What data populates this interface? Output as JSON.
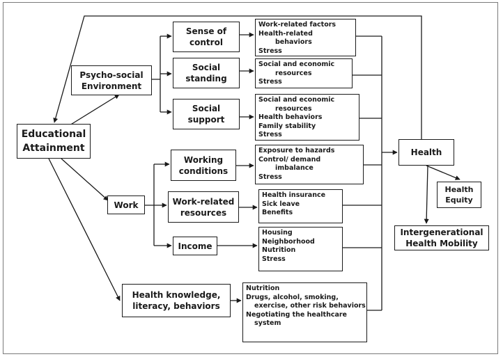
{
  "nodes": {
    "educational_attainment": [
      "Educational",
      "Attainment"
    ],
    "psycho_social": [
      "Psycho-social",
      "Environment"
    ],
    "work": [
      "Work"
    ],
    "health_knowledge": [
      "Health knowledge,",
      "literacy, behaviors"
    ],
    "sense_of_control": [
      "Sense of",
      "control"
    ],
    "social_standing": [
      "Social",
      "standing"
    ],
    "social_support": [
      "Social",
      "support"
    ],
    "working_conditions": [
      "Working",
      "conditions"
    ],
    "work_related_resources": [
      "Work-related",
      "resources"
    ],
    "income": [
      "Income"
    ],
    "health": [
      "Health"
    ],
    "health_equity": [
      "Health",
      "Equity"
    ],
    "intergenerational": [
      "Intergenerational",
      "Health Mobility"
    ]
  },
  "detail_boxes": {
    "control_factors": [
      "Work-related factors",
      "Health-related",
      "behaviors",
      "Stress"
    ],
    "standing_factors": [
      "Social and economic",
      "resources",
      "Stress"
    ],
    "support_factors": [
      "Social and economic",
      "resources",
      "Health behaviors",
      "Family stability",
      "Stress"
    ],
    "conditions_factors": [
      "Exposure to hazards",
      "Control/ demand",
      "imbalance",
      "Stress"
    ],
    "resources_factors": [
      "Health insurance",
      "Sick leave",
      "Benefits"
    ],
    "income_factors": [
      "Housing",
      "Neighborhood",
      "Nutrition",
      "Stress"
    ],
    "knowledge_factors": [
      "Nutrition",
      "Drugs, alcohol, smoking,",
      "exercise, other risk behaviors",
      "Negotiating the healthcare",
      "system"
    ]
  }
}
